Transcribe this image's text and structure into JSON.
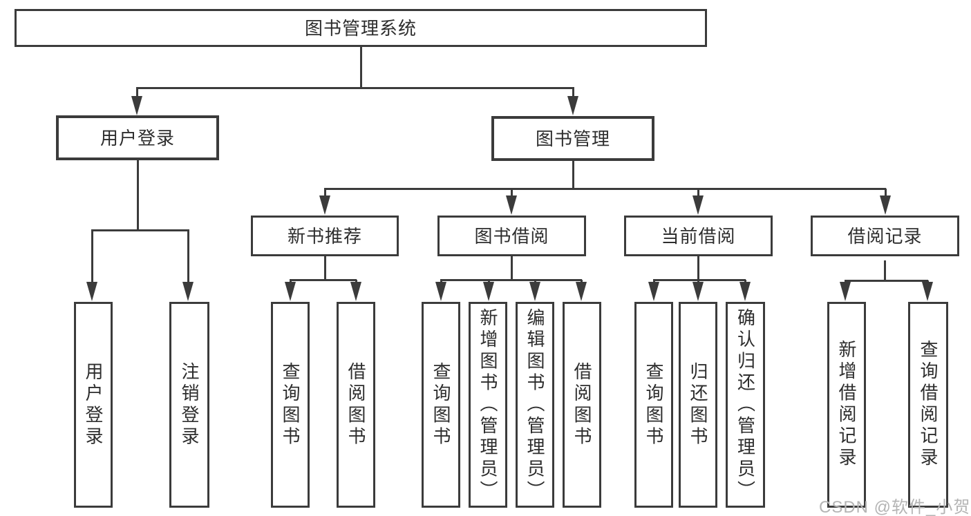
{
  "diagram": {
    "type": "hierarchy-tree",
    "colors": {
      "line": "#3b3b3b",
      "text": "#2d2d2d",
      "background": "#ffffff",
      "watermark": "#b4b4b4"
    },
    "tree": {
      "label": "图书管理系统",
      "children": [
        {
          "label": "用户登录",
          "children": [
            {
              "label": "用户登录"
            },
            {
              "label": "注销登录"
            }
          ]
        },
        {
          "label": "图书管理",
          "children": [
            {
              "label": "新书推荐",
              "children": [
                {
                  "label": "查询图书"
                },
                {
                  "label": "借阅图书"
                }
              ]
            },
            {
              "label": "图书借阅",
              "children": [
                {
                  "label": "查询图书"
                },
                {
                  "label": "新增图书（管理员）"
                },
                {
                  "label": "编辑图书（管理员）"
                },
                {
                  "label": "借阅图书"
                }
              ]
            },
            {
              "label": "当前借阅",
              "children": [
                {
                  "label": "查询图书"
                },
                {
                  "label": "归还图书"
                },
                {
                  "label": "确认归还（管理员）"
                }
              ]
            },
            {
              "label": "借阅记录",
              "children": [
                {
                  "label": "新增借阅记录"
                },
                {
                  "label": "查询借阅记录"
                }
              ]
            }
          ]
        }
      ]
    },
    "watermark": {
      "text": "CSDN @软件_小贺同学"
    }
  }
}
